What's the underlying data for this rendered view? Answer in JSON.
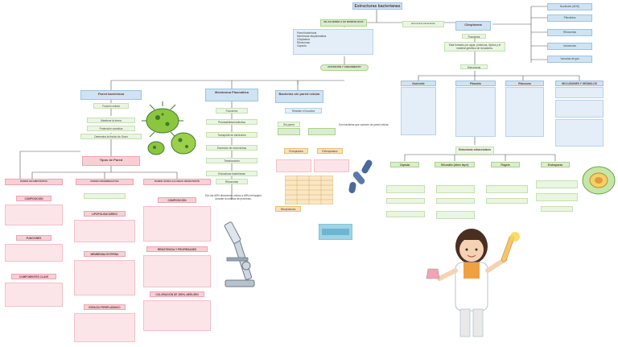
{
  "root": {
    "title": "Estructuras bacterianas"
  },
  "left_top": {
    "heading": "DE ACUERDO A SU MORFOLOGÍA",
    "items": [
      "Pared bacteriana",
      "Membrana citoplasmática",
      "Citoplasma",
      "Ribosomas",
      "Cápsula"
    ],
    "pill": "NUTRICIÓN Y CRECIMIENTO"
  },
  "pared": {
    "title": "Pared bacteriana",
    "sub": "Función celular",
    "items": [
      "Mantiene la forma",
      "Protección osmótica",
      "Determina la tinción de Gram"
    ],
    "tipos": "Tipos de Pared",
    "cols": [
      "PARED GRAMPOSITIVA",
      "PARED GRAMNEGATIVA",
      "PARED ÁCIDO-ALCOHOL RESISTENTE"
    ],
    "col1": [
      "COMPOSICIÓN",
      "FUNCIONES",
      "COMPONENTES CLAVE"
    ],
    "col2": [
      "LIPOPOLISACÁRIDO",
      "MEMBRANA EXTERNA",
      "ESPACIO PERIPLÁSMICO"
    ],
    "col3": [
      "COMPOSICIÓN",
      "RESISTENCIA Y PROPIEDADES",
      "COLORACIÓN DE ZIEHL-NEELSEN"
    ]
  },
  "membrana": {
    "title": "Membrana Plasmática",
    "sub": "Funciones",
    "items": [
      "Permeabilidad selectiva",
      "Transporte de electrones",
      "Excreción de exoenzimas",
      "Translocación",
      "Estructuras bacterianas"
    ],
    "ribosomas": "Ribosomas",
    "ribo_text": "Son las ARN ribosómico unidos a ARN mensajero durante la síntesis de proteínas."
  },
  "sin_pared": {
    "title": "Bacterias sin pared celular",
    "sub": "Resisten el lisozima",
    "tag": "Sin pared",
    "items": [
      "Protoplastos",
      "Esferoplastos",
      "Micoplasmas"
    ],
    "note": "Son bacterias que carecen de pared celular."
  },
  "citoplasma": {
    "title": "Citoplasma",
    "left_heading": "Estructuras bacterianas",
    "sub": "Funciones",
    "desc": "Está formado por agua, proteínas, lípidos y el material genético de la bacteria.",
    "components": "Estructuras",
    "right_items": [
      "Nucleoide (ADN)",
      "Plásmidos",
      "Ribosomas",
      "Inclusiones",
      "Vacuolas de gas"
    ],
    "cols": [
      "Nucleoide",
      "Plásmido",
      "Ribosoma",
      "INCLUSIONES Y GRÁNULOS"
    ]
  },
  "externas": {
    "title": "Estructuras extracelulares",
    "cols": [
      "Cápsula",
      "Glicocálix (slime layer)",
      "Flagelo",
      "Endosporas"
    ]
  }
}
